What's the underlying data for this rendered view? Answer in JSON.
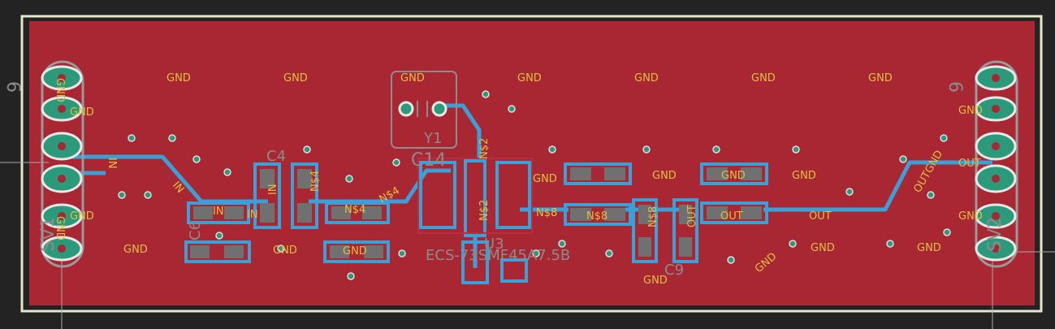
{
  "board": {
    "colors": {
      "background": "#232323",
      "outline": "#e6e6c8",
      "copper_pour": "#a82732",
      "trace": "#3aa0d8",
      "pad": "#2a9a7a",
      "silk": "#8c8c8c",
      "label": "#e0c040"
    },
    "net_labels": {
      "gnd": "GND",
      "in": "IN",
      "out": "OUT",
      "n4": "N$4",
      "n2": "N$2",
      "n8": "N$8",
      "outgnd": "OUTGND"
    },
    "components": {
      "sv1": "SV1",
      "sv2": "SV2",
      "y1": "Y1",
      "c14": "C14",
      "c4": "C4",
      "c6": "C6",
      "c9": "C9",
      "u3": "U3",
      "part_number": "ECS-73SMF45A7.5B",
      "pin9_left": "6",
      "pin9_right": "6"
    }
  }
}
